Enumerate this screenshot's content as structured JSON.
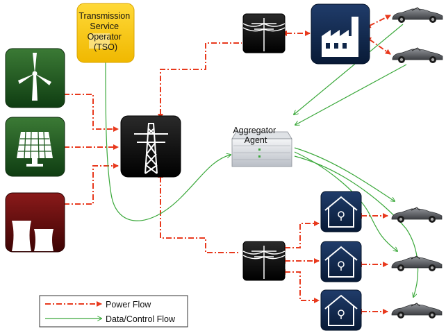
{
  "nodes": {
    "tso": {
      "label_lines": [
        "Transmission",
        "Service",
        "Operator",
        "(TSO)"
      ]
    },
    "aggregator": {
      "label_lines": [
        "Aggregator",
        "Agent"
      ]
    },
    "wind": {
      "icon": "wind-turbine-icon"
    },
    "solar": {
      "icon": "solar-panel-icon"
    },
    "power_plant": {
      "icon": "cooling-tower-icon"
    },
    "transmission_tower": {
      "icon": "transmission-tower-icon"
    },
    "distribution_pole_top": {
      "icon": "utility-pole-icon"
    },
    "distribution_pole_bottom": {
      "icon": "utility-pole-icon"
    },
    "factory": {
      "icon": "factory-icon"
    },
    "houses": [
      {
        "icon": "house-icon"
      },
      {
        "icon": "house-icon"
      },
      {
        "icon": "house-icon"
      }
    ],
    "cars": [
      {
        "icon": "car-icon"
      },
      {
        "icon": "car-icon"
      },
      {
        "icon": "car-icon"
      },
      {
        "icon": "car-icon"
      },
      {
        "icon": "car-icon"
      }
    ]
  },
  "legend": {
    "power_flow": "Power Flow",
    "data_flow": "Data/Control Flow"
  },
  "colors": {
    "power_flow": "#e8391d",
    "data_flow": "#3aa83a",
    "tso_fill": "#f5c518",
    "green_tile": "#1f5a1f",
    "red_tile": "#6b0d0d",
    "black_tile": "#0a0a0a",
    "navy_tile": "#0f2548"
  }
}
